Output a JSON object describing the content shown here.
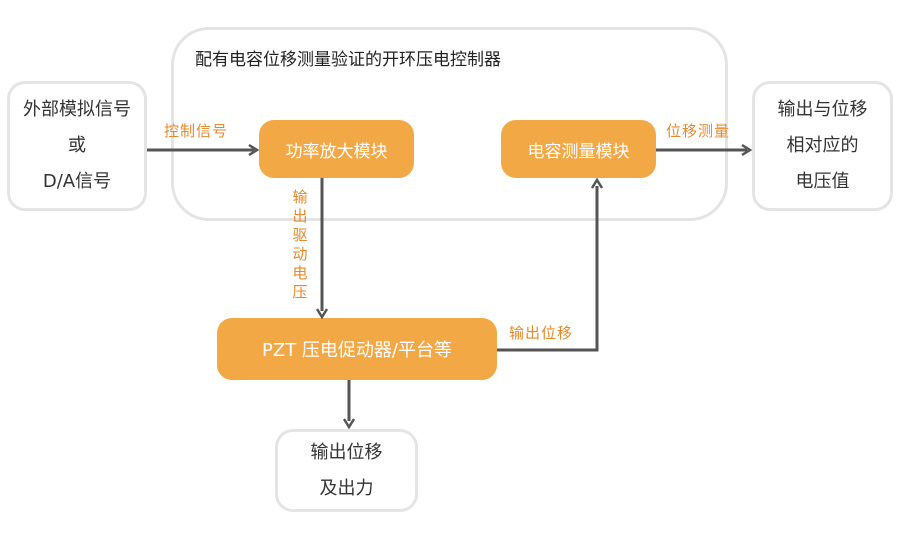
{
  "controller": {
    "title": "配有电容位移测量验证的开环压电控制器"
  },
  "input_box": {
    "lines": [
      "外部模拟信号",
      "或",
      "D/A信号"
    ]
  },
  "power_amp": {
    "label": "功率放大模块"
  },
  "cap_module": {
    "label": "电容测量模块"
  },
  "output_box": {
    "lines": [
      "输出与位移",
      "相对应的",
      "电压值"
    ]
  },
  "pzt": {
    "label": "PZT 压电促动器/平台等"
  },
  "result_box": {
    "lines": [
      "输出位移",
      "及出力"
    ]
  },
  "edge_labels": {
    "control_signal": "控制信号",
    "displacement_measure": "位移测量",
    "output_displacement": "输出位移",
    "drive_voltage": [
      "输",
      "出",
      "驱",
      "动",
      "电",
      "压"
    ]
  },
  "colors": {
    "accent": "#f2a845",
    "label": "#e6892a",
    "border": "#e4e4e4",
    "arrow": "#555555"
  }
}
